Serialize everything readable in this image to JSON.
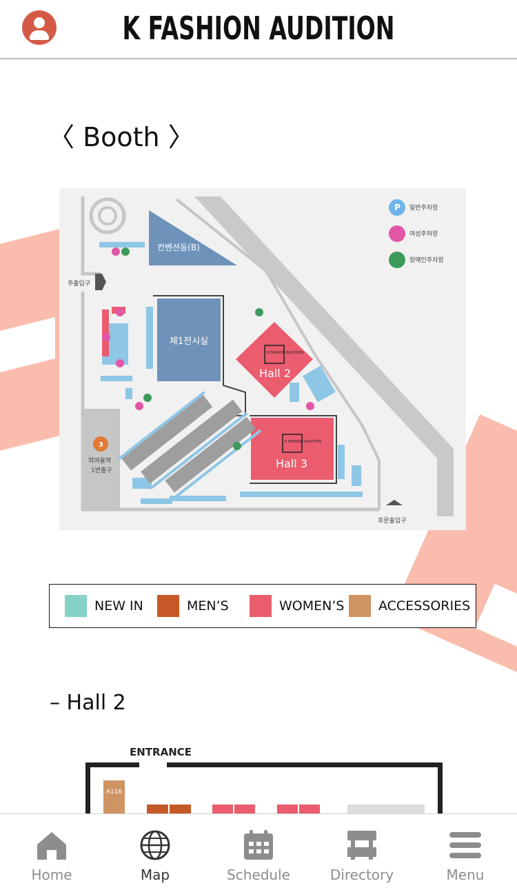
{
  "header": {
    "title": "K FASHION AUDITION",
    "avatar_icon": "user-icon"
  },
  "section": {
    "title": "〈 Booth 〉"
  },
  "map": {
    "buildings": {
      "convention_b": "컨벤션동(B)",
      "hall1": "제1전시실",
      "hall2": "Hall 2",
      "hall3": "Hall 3",
      "hall_logo": "K FASHION AUDITION"
    },
    "legend": {
      "general_parking": "일반주차장",
      "women_parking": "여성주차장",
      "disabled_parking": "장애인주차장",
      "parking_symbol": "P"
    },
    "labels": {
      "main_entrance": "주출입구",
      "rear_entrance": "후문출입구",
      "station": "학여울역\n1번출구",
      "station_line1": "학여울역",
      "station_line2": "1번출구",
      "station_number": "3"
    }
  },
  "category_legend": {
    "items": [
      {
        "label": "NEW IN",
        "color": "#86d2c9"
      },
      {
        "label": "MEN’S",
        "color": "#c55a28"
      },
      {
        "label": "WOMEN’S",
        "color": "#ea5c6e"
      },
      {
        "label": "ACCESSORIES",
        "color": "#cf9463"
      }
    ]
  },
  "hall_section": {
    "title": "– Hall 2",
    "entrance_label": "ENTRANCE",
    "booth_label": "A116"
  },
  "nav": {
    "items": [
      {
        "label": "Home",
        "icon": "home-icon",
        "active": false
      },
      {
        "label": "Map",
        "icon": "globe-icon",
        "active": true
      },
      {
        "label": "Schedule",
        "icon": "calendar-icon",
        "active": false
      },
      {
        "label": "Directory",
        "icon": "booth-icon",
        "active": false
      },
      {
        "label": "Menu",
        "icon": "menu-icon",
        "active": false
      }
    ]
  }
}
